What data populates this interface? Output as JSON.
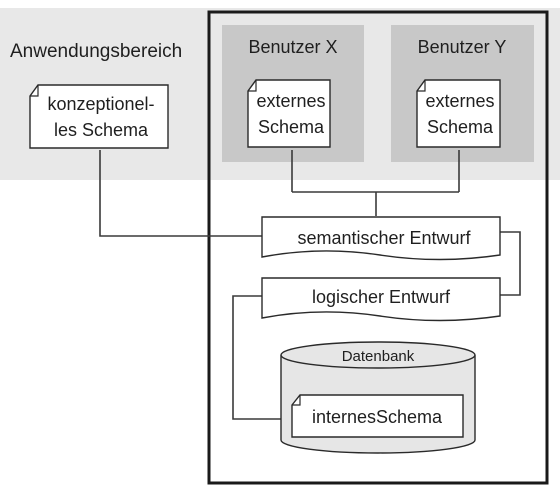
{
  "diagram": {
    "application_area": {
      "label": "Anwendungsbereich"
    },
    "conceptual_schema": {
      "line1": "konzeptionel-",
      "line2": "les Schema"
    },
    "user_x": {
      "label": "Benutzer X",
      "schema_line1": "externes",
      "schema_line2": "Schema"
    },
    "user_y": {
      "label": "Benutzer Y",
      "schema_line1": "externes",
      "schema_line2": "Schema"
    },
    "semantic_design": {
      "label": "semantischer Entwurf"
    },
    "logical_design": {
      "label": "logischer Entwurf"
    },
    "database": {
      "label": "Datenbank",
      "schema_label": "internesSchema"
    },
    "colors": {
      "band": "#e8e8e8",
      "user_panel": "#c8c8c8",
      "frame": "#1a1a1a",
      "connector": "#3a3a3a",
      "doc_fill": "#ffffff",
      "db_fill": "#e6e6e6"
    }
  }
}
